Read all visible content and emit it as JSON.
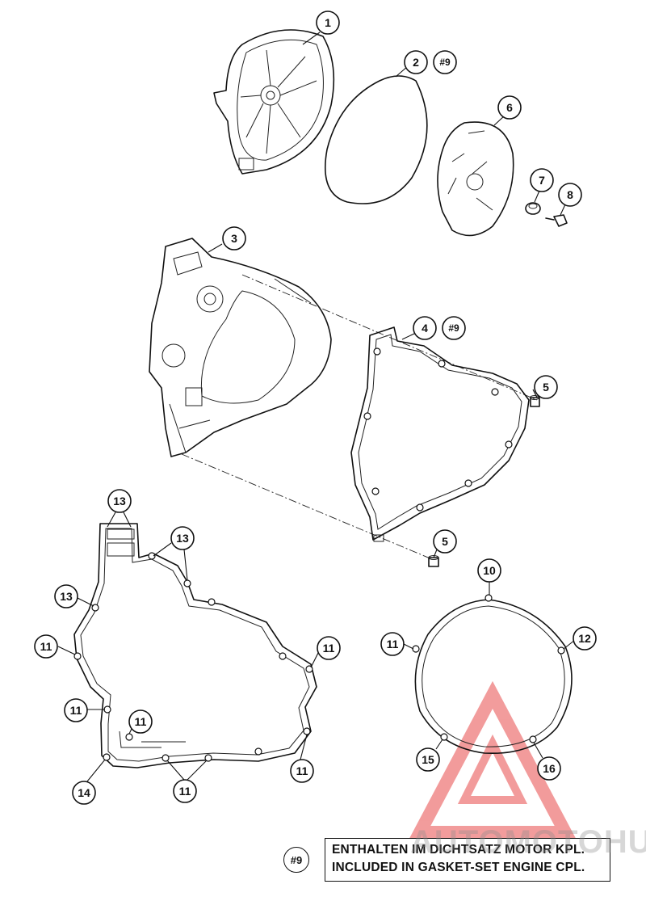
{
  "callouts": {
    "c1": "1",
    "c2": "2",
    "c2ref": "#9",
    "c3": "3",
    "c4": "4",
    "c4ref": "#9",
    "c5a": "5",
    "c5b": "5",
    "c6": "6",
    "c7": "7",
    "c8": "8",
    "c13a": "13",
    "c13b": "13",
    "c13c": "13",
    "c11a": "11",
    "c11b": "11",
    "c11c": "11",
    "c11d": "11",
    "c11e": "11",
    "c11f": "11",
    "c11g": "11",
    "c14": "14",
    "c10": "10",
    "c12": "12",
    "c15": "15",
    "c16": "16"
  },
  "note": {
    "ref": "#9",
    "line1": "ENTHALTEN IM DICHTSATZ MOTOR KPL.",
    "line2": "INCLUDED IN GASKET-SET ENGINE CPL."
  },
  "watermark": {
    "text": "AUTOMOTOHUB",
    "color": "#e84b4b"
  }
}
